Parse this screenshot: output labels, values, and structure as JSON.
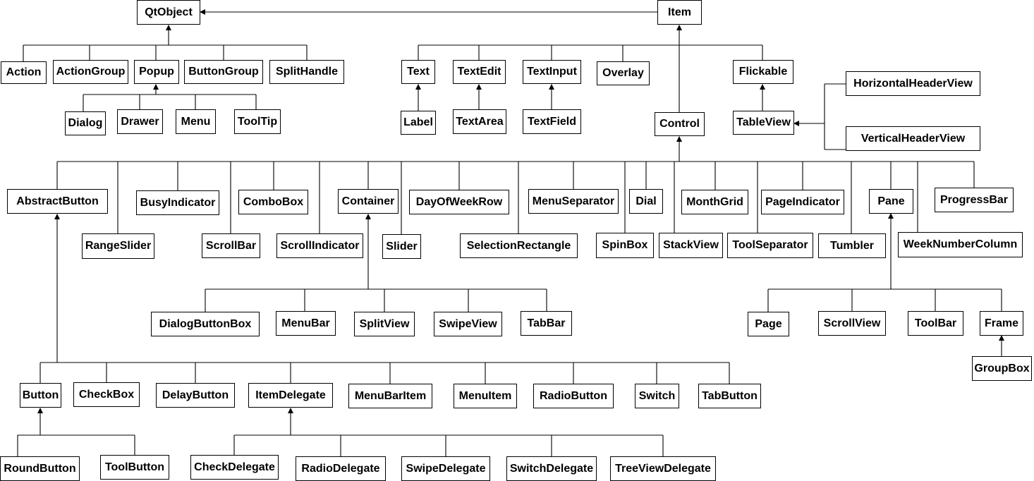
{
  "diagram": {
    "nodes": {
      "QtObject": "QtObject",
      "Item": "Item",
      "Action": "Action",
      "ActionGroup": "ActionGroup",
      "Popup": "Popup",
      "ButtonGroup": "ButtonGroup",
      "SplitHandle": "SplitHandle",
      "Dialog": "Dialog",
      "Drawer": "Drawer",
      "Menu": "Menu",
      "ToolTip": "ToolTip",
      "Text": "Text",
      "TextEdit": "TextEdit",
      "TextInput": "TextInput",
      "Overlay": "Overlay",
      "Flickable": "Flickable",
      "Label": "Label",
      "TextArea": "TextArea",
      "TextField": "TextField",
      "Control": "Control",
      "TableView": "TableView",
      "HorizontalHeaderView": "HorizontalHeaderView",
      "VerticalHeaderView": "VerticalHeaderView",
      "AbstractButton": "AbstractButton",
      "RangeSlider": "RangeSlider",
      "BusyIndicator": "BusyIndicator",
      "ScrollBar": "ScrollBar",
      "ComboBox": "ComboBox",
      "ScrollIndicator": "ScrollIndicator",
      "Container": "Container",
      "Slider": "Slider",
      "DayOfWeekRow": "DayOfWeekRow",
      "SelectionRectangle": "SelectionRectangle",
      "MenuSeparator": "MenuSeparator",
      "SpinBox": "SpinBox",
      "Dial": "Dial",
      "StackView": "StackView",
      "MonthGrid": "MonthGrid",
      "ToolSeparator": "ToolSeparator",
      "PageIndicator": "PageIndicator",
      "Tumbler": "Tumbler",
      "Pane": "Pane",
      "WeekNumberColumn": "WeekNumberColumn",
      "ProgressBar": "ProgressBar",
      "DialogButtonBox": "DialogButtonBox",
      "MenuBar": "MenuBar",
      "SplitView": "SplitView",
      "SwipeView": "SwipeView",
      "TabBar": "TabBar",
      "Page": "Page",
      "ScrollView": "ScrollView",
      "ToolBar": "ToolBar",
      "Frame": "Frame",
      "GroupBox": "GroupBox",
      "Button": "Button",
      "CheckBox": "CheckBox",
      "DelayButton": "DelayButton",
      "ItemDelegate": "ItemDelegate",
      "MenuBarItem": "MenuBarItem",
      "MenuItem": "MenuItem",
      "RadioButton": "RadioButton",
      "Switch": "Switch",
      "TabButton": "TabButton",
      "RoundButton": "RoundButton",
      "ToolButton": "ToolButton",
      "CheckDelegate": "CheckDelegate",
      "RadioDelegate": "RadioDelegate",
      "SwipeDelegate": "SwipeDelegate",
      "SwitchDelegate": "SwitchDelegate",
      "TreeViewDelegate": "TreeViewDelegate"
    },
    "inherits": [
      [
        "Item",
        "QtObject"
      ],
      [
        "Action",
        "QtObject"
      ],
      [
        "ActionGroup",
        "QtObject"
      ],
      [
        "Popup",
        "QtObject"
      ],
      [
        "ButtonGroup",
        "QtObject"
      ],
      [
        "SplitHandle",
        "QtObject"
      ],
      [
        "Dialog",
        "Popup"
      ],
      [
        "Drawer",
        "Popup"
      ],
      [
        "Menu",
        "Popup"
      ],
      [
        "ToolTip",
        "Popup"
      ],
      [
        "Text",
        "Item"
      ],
      [
        "TextEdit",
        "Item"
      ],
      [
        "TextInput",
        "Item"
      ],
      [
        "Overlay",
        "Item"
      ],
      [
        "Flickable",
        "Item"
      ],
      [
        "Control",
        "Item"
      ],
      [
        "Label",
        "Text"
      ],
      [
        "TextArea",
        "TextEdit"
      ],
      [
        "TextField",
        "TextInput"
      ],
      [
        "TableView",
        "Flickable"
      ],
      [
        "HorizontalHeaderView",
        "TableView"
      ],
      [
        "VerticalHeaderView",
        "TableView"
      ],
      [
        "AbstractButton",
        "Control"
      ],
      [
        "RangeSlider",
        "Control"
      ],
      [
        "BusyIndicator",
        "Control"
      ],
      [
        "ScrollBar",
        "Control"
      ],
      [
        "ComboBox",
        "Control"
      ],
      [
        "ScrollIndicator",
        "Control"
      ],
      [
        "Container",
        "Control"
      ],
      [
        "Slider",
        "Control"
      ],
      [
        "DayOfWeekRow",
        "Control"
      ],
      [
        "SelectionRectangle",
        "Control"
      ],
      [
        "MenuSeparator",
        "Control"
      ],
      [
        "SpinBox",
        "Control"
      ],
      [
        "Dial",
        "Control"
      ],
      [
        "StackView",
        "Control"
      ],
      [
        "MonthGrid",
        "Control"
      ],
      [
        "ToolSeparator",
        "Control"
      ],
      [
        "PageIndicator",
        "Control"
      ],
      [
        "Tumbler",
        "Control"
      ],
      [
        "Pane",
        "Control"
      ],
      [
        "WeekNumberColumn",
        "Control"
      ],
      [
        "ProgressBar",
        "Control"
      ],
      [
        "DialogButtonBox",
        "Container"
      ],
      [
        "MenuBar",
        "Container"
      ],
      [
        "SplitView",
        "Container"
      ],
      [
        "SwipeView",
        "Container"
      ],
      [
        "TabBar",
        "Container"
      ],
      [
        "Page",
        "Pane"
      ],
      [
        "ScrollView",
        "Pane"
      ],
      [
        "ToolBar",
        "Pane"
      ],
      [
        "Frame",
        "Pane"
      ],
      [
        "GroupBox",
        "Frame"
      ],
      [
        "Button",
        "AbstractButton"
      ],
      [
        "CheckBox",
        "AbstractButton"
      ],
      [
        "DelayButton",
        "AbstractButton"
      ],
      [
        "ItemDelegate",
        "AbstractButton"
      ],
      [
        "MenuBarItem",
        "AbstractButton"
      ],
      [
        "MenuItem",
        "AbstractButton"
      ],
      [
        "RadioButton",
        "AbstractButton"
      ],
      [
        "Switch",
        "AbstractButton"
      ],
      [
        "TabButton",
        "AbstractButton"
      ],
      [
        "RoundButton",
        "Button"
      ],
      [
        "ToolButton",
        "Button"
      ],
      [
        "CheckDelegate",
        "ItemDelegate"
      ],
      [
        "RadioDelegate",
        "ItemDelegate"
      ],
      [
        "SwipeDelegate",
        "ItemDelegate"
      ],
      [
        "SwitchDelegate",
        "ItemDelegate"
      ],
      [
        "TreeViewDelegate",
        "ItemDelegate"
      ]
    ]
  }
}
